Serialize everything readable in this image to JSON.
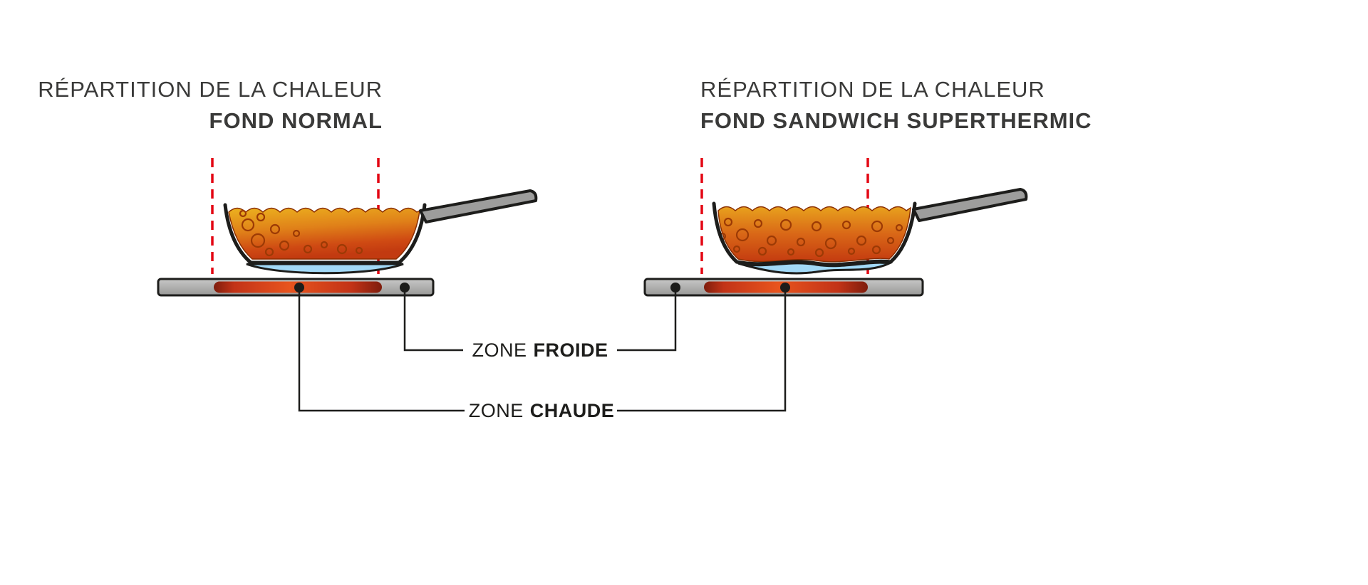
{
  "titles": {
    "left": {
      "line1": "RÉPARTITION DE LA CHALEUR",
      "line2": "FOND NORMAL"
    },
    "right": {
      "line1": "RÉPARTITION DE LA CHALEUR",
      "line2": "FOND SANDWICH SUPERTHERMIC"
    }
  },
  "zone_labels": {
    "cold": {
      "prefix": "ZONE",
      "bold": "FROIDE"
    },
    "hot": {
      "prefix": "ZONE",
      "bold": "CHAUDE"
    }
  },
  "icons": {
    "pan_left": "frying-pan-normal-bottom-illustration",
    "pan_right": "frying-pan-sandwich-bottom-illustration"
  },
  "colors": {
    "background": "#ffffff",
    "dashed_heat_line_red": "#e30613",
    "hot_zone_red": "#e8541e",
    "hot_zone_red_dark": "#7e1d0d",
    "plate_gray": "#9d9d9c",
    "pan_base_blue": "#a2d9f7",
    "content_yellow": "#ecb21f",
    "content_orange": "#d96717",
    "content_red": "#c23a10",
    "bubble_outline": "#9c3a05",
    "outline_black": "#1d1d1b",
    "title_text": "#3a3a39"
  }
}
